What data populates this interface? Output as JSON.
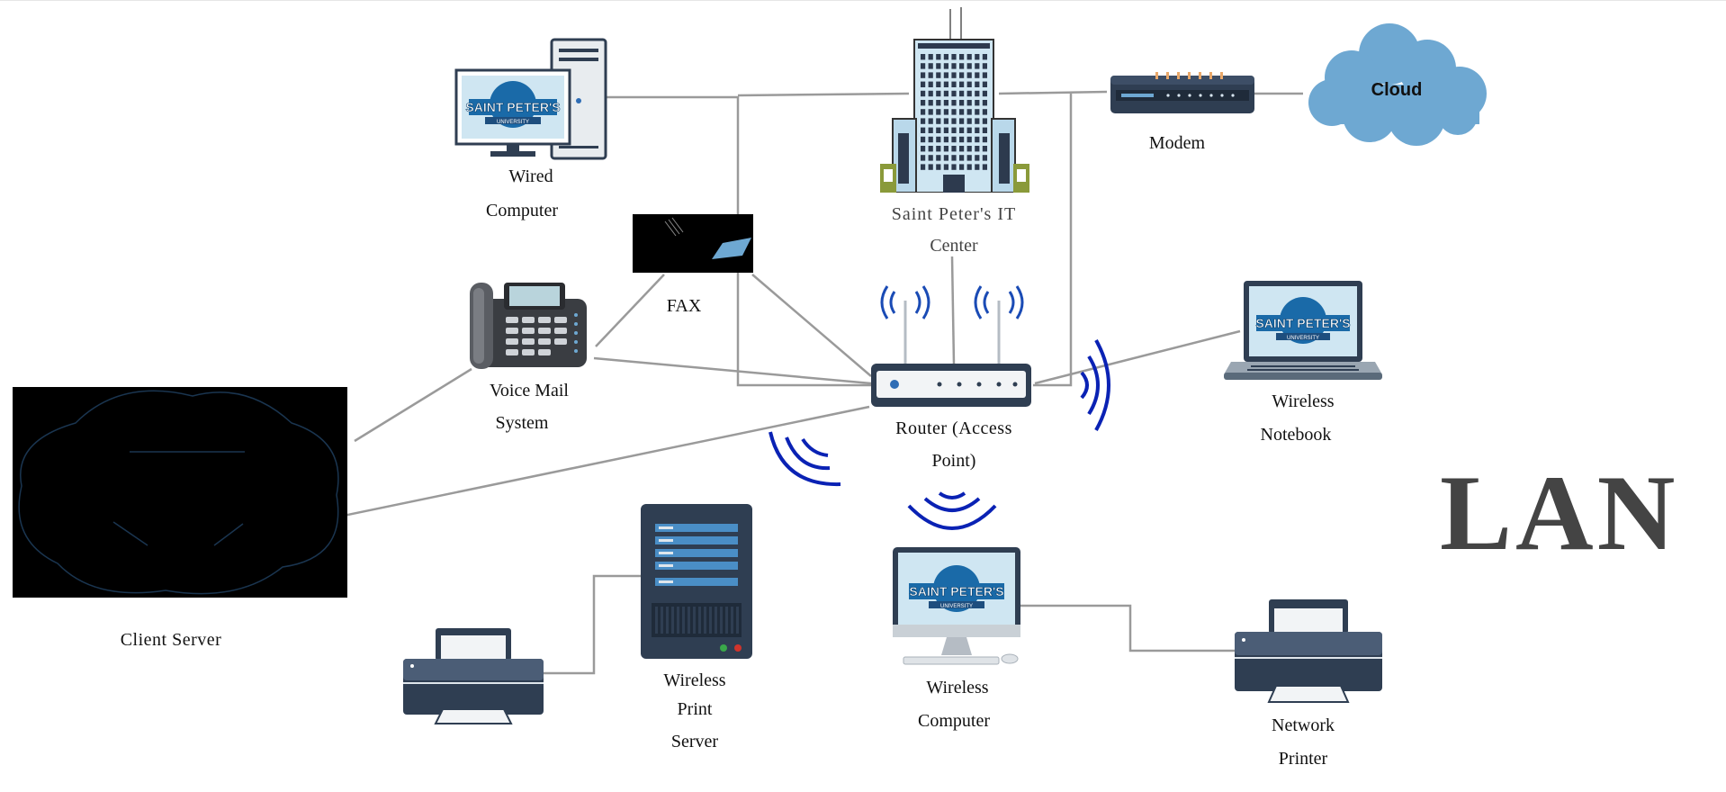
{
  "title": "LAN",
  "nodes": {
    "cloud": "Cloud",
    "modem": "Modem",
    "it_center": [
      "Saint Peter's IT",
      "Center"
    ],
    "wired_computer": [
      "Wired",
      "Computer"
    ],
    "fax": "FAX",
    "voice_mail": [
      "Voice Mail",
      "System"
    ],
    "router": [
      "Router (Access",
      "Point)"
    ],
    "wireless_notebook": [
      "Wireless",
      "Notebook"
    ],
    "client_server": "Client Server",
    "wireless_print_server": [
      "Wireless",
      "Print",
      "Server"
    ],
    "wireless_computer": [
      "Wireless",
      "Computer"
    ],
    "network_printer": [
      "Network",
      "Printer"
    ]
  },
  "logo_text": [
    "SAINT PETER'S",
    "UNIVERSITY"
  ],
  "colors": {
    "wire": "#9a9a9a",
    "wifi_wave": "#0a22b4",
    "cloud_fill": "#6ea8d2",
    "dark_device": "#2f3e52",
    "logo_blue": "#1a6aa8"
  }
}
